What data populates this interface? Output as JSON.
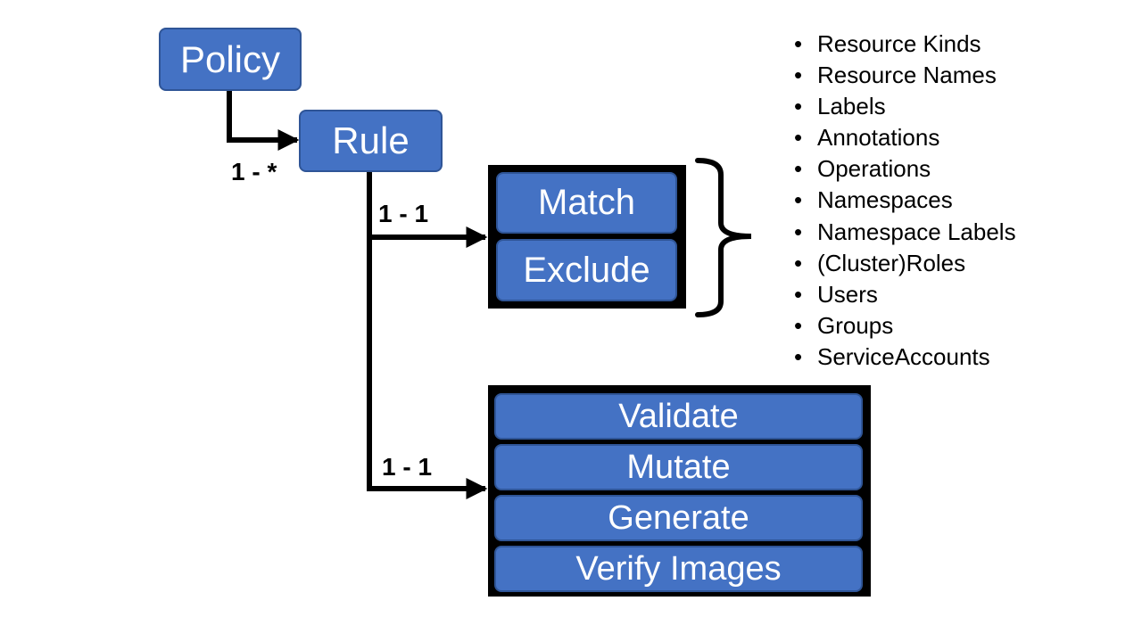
{
  "nodes": {
    "policy": "Policy",
    "rule": "Rule",
    "match": "Match",
    "exclude": "Exclude",
    "validate": "Validate",
    "mutate": "Mutate",
    "generate": "Generate",
    "verify_images": "Verify Images"
  },
  "edge_labels": {
    "policy_rule": "1 - *",
    "rule_match": "1 - 1",
    "rule_actions": "1 - 1"
  },
  "match_criteria": [
    "Resource Kinds",
    "Resource Names",
    "Labels",
    "Annotations",
    "Operations",
    "Namespaces",
    "Namespace Labels",
    "(Cluster)Roles",
    "Users",
    "Groups",
    "ServiceAccounts"
  ],
  "colors": {
    "node_fill": "#4472C4",
    "node_border": "#2F5597",
    "group_fill": "#000000",
    "connector": "#000000"
  }
}
